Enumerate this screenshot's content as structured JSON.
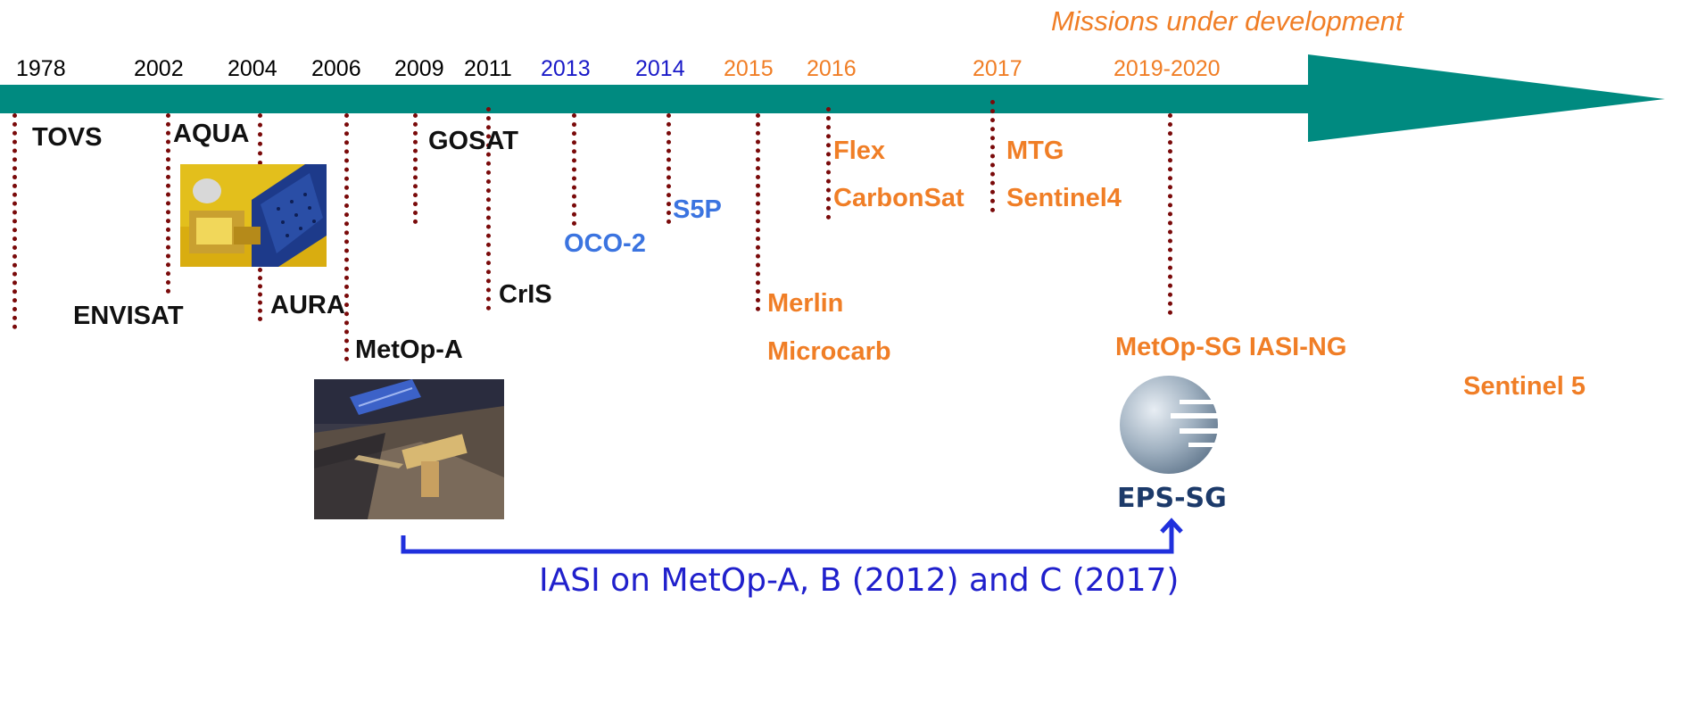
{
  "header": {
    "title": "Missions under development"
  },
  "years": [
    {
      "label": "1978",
      "color": "black"
    },
    {
      "label": "2002",
      "color": "black"
    },
    {
      "label": "2004",
      "color": "black"
    },
    {
      "label": "2006",
      "color": "black"
    },
    {
      "label": "2009",
      "color": "black"
    },
    {
      "label": "2011",
      "color": "black"
    },
    {
      "label": "2013",
      "color": "blue"
    },
    {
      "label": "2014",
      "color": "blue"
    },
    {
      "label": "2015",
      "color": "orange"
    },
    {
      "label": "2016",
      "color": "orange"
    },
    {
      "label": "2017",
      "color": "orange"
    },
    {
      "label": "2019-2020",
      "color": "orange"
    }
  ],
  "missions": {
    "tovs": "TOVS",
    "aqua": "AQUA",
    "envisat": "ENVISAT",
    "aura": "AURA",
    "gosat": "GOSAT",
    "metop_a": "MetOp-A",
    "cris": "CrIS",
    "oco2": "OCO-2",
    "s5p": "S5P",
    "merlin": "Merlin",
    "microcarb": "Microcarb",
    "flex": "Flex",
    "carbonsat": "CarbonSat",
    "mtg": "MTG",
    "sentinel4": "Sentinel4",
    "metop_sg": "MetOp-SG IASI-NG",
    "sentinel5": "Sentinel 5"
  },
  "logo": {
    "text": "EPS-SG"
  },
  "caption": "IASI on MetOp-A, B (2012) and C (2017)",
  "colors": {
    "arrow": "#008a80",
    "dots": "#7a0a0a",
    "black": "#111111",
    "blue": "#3b74e0",
    "orange": "#f07e26",
    "connector": "#2030dd"
  }
}
